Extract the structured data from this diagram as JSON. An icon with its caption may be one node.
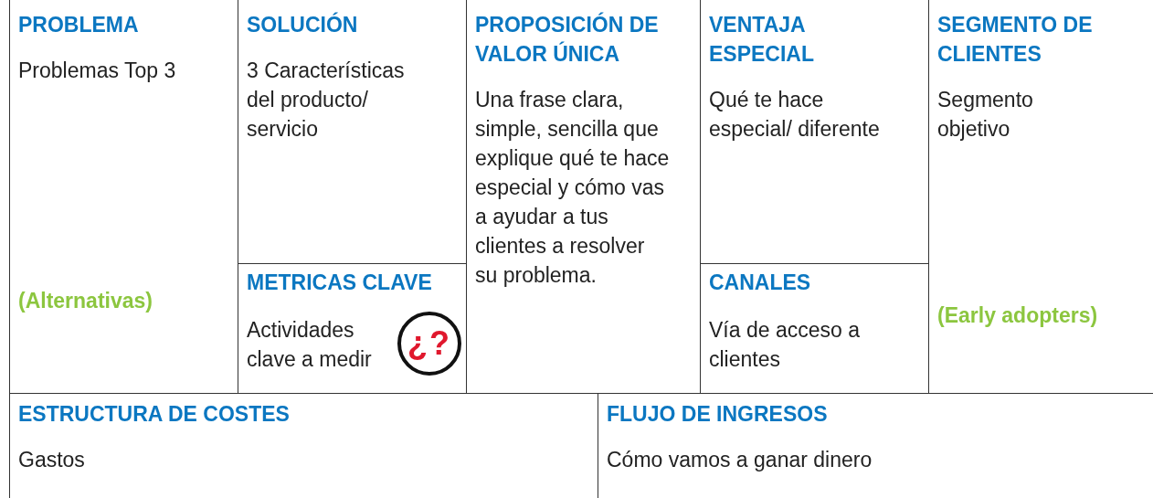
{
  "diagram": {
    "nodes": [
      {
        "text": [
          "PROBLEMA",
          "Problemas Top 3",
          "(Alternativas)"
        ]
      },
      {
        "text": [
          "SOLUCIÓN",
          "3 Características del producto/ servicio"
        ]
      },
      {
        "text": [
          "METRICAS CLAVE",
          "Actividades clave a medir"
        ]
      },
      {
        "text": [
          "PROPOSICIÓN DE VALOR ÚNICA",
          "Una frase clara, simple, sencilla que explique qué te hace especial y cómo vas a ayudar a tus clientes a resolver su problema."
        ]
      },
      {
        "text": [
          "VENTAJA ESPECIAL",
          "Qué te hace especial/ diferente"
        ]
      },
      {
        "text": [
          "CANALES",
          "Vía de acceso a clientes"
        ]
      },
      {
        "text": [
          "SEGMENTO DE CLIENTES",
          "Segmento objetivo",
          "(Early adopters)"
        ]
      },
      {
        "text": [
          "ESTRUCTURA DE COSTES",
          "Gastos"
        ]
      },
      {
        "text": [
          "FLUJO DE INGRESOS",
          "Cómo vamos a ganar dinero"
        ]
      },
      {
        "text": [
          "¿?"
        ],
        "in": 2
      }
    ]
  }
}
